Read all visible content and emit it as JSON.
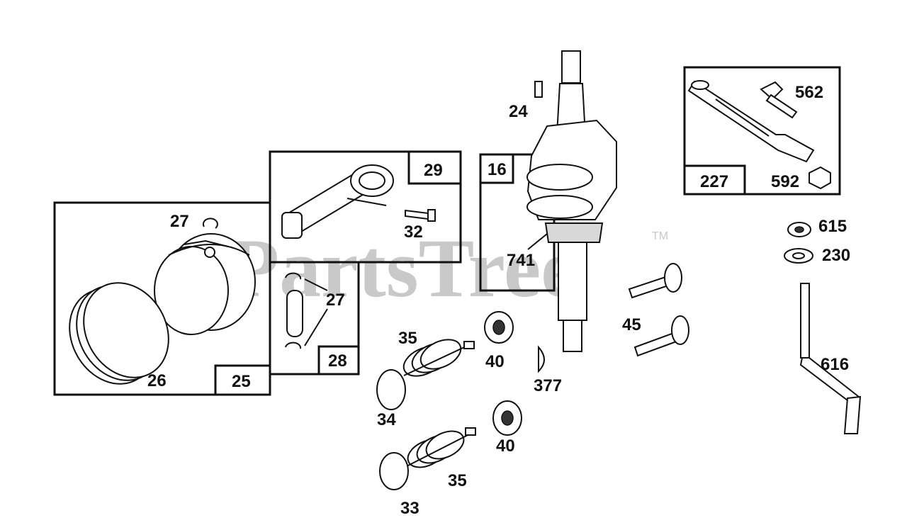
{
  "watermark": {
    "text": "PartsTree",
    "trademark": "TM"
  },
  "boxes": {
    "piston_assembly": "25",
    "connecting_rod": "29",
    "piston_pin": "28",
    "crankshaft": "16",
    "governor_control_lever": "227"
  },
  "callouts": {
    "key_24": "24",
    "bolt_562": "562",
    "nut_592": "592",
    "washer_615": "615",
    "washer_230": "230",
    "retainer_27_top": "27",
    "screw_32": "32",
    "gear_741": "741",
    "retainer_27_pin": "27",
    "ring_set_26": "26",
    "tappet_45": "45",
    "spring_35_upper": "35",
    "retainer_40_upper": "40",
    "key_377": "377",
    "valve_34": "34",
    "retainer_40_lower": "40",
    "spring_35_lower": "35",
    "valve_33": "33",
    "crank_616": "616"
  }
}
